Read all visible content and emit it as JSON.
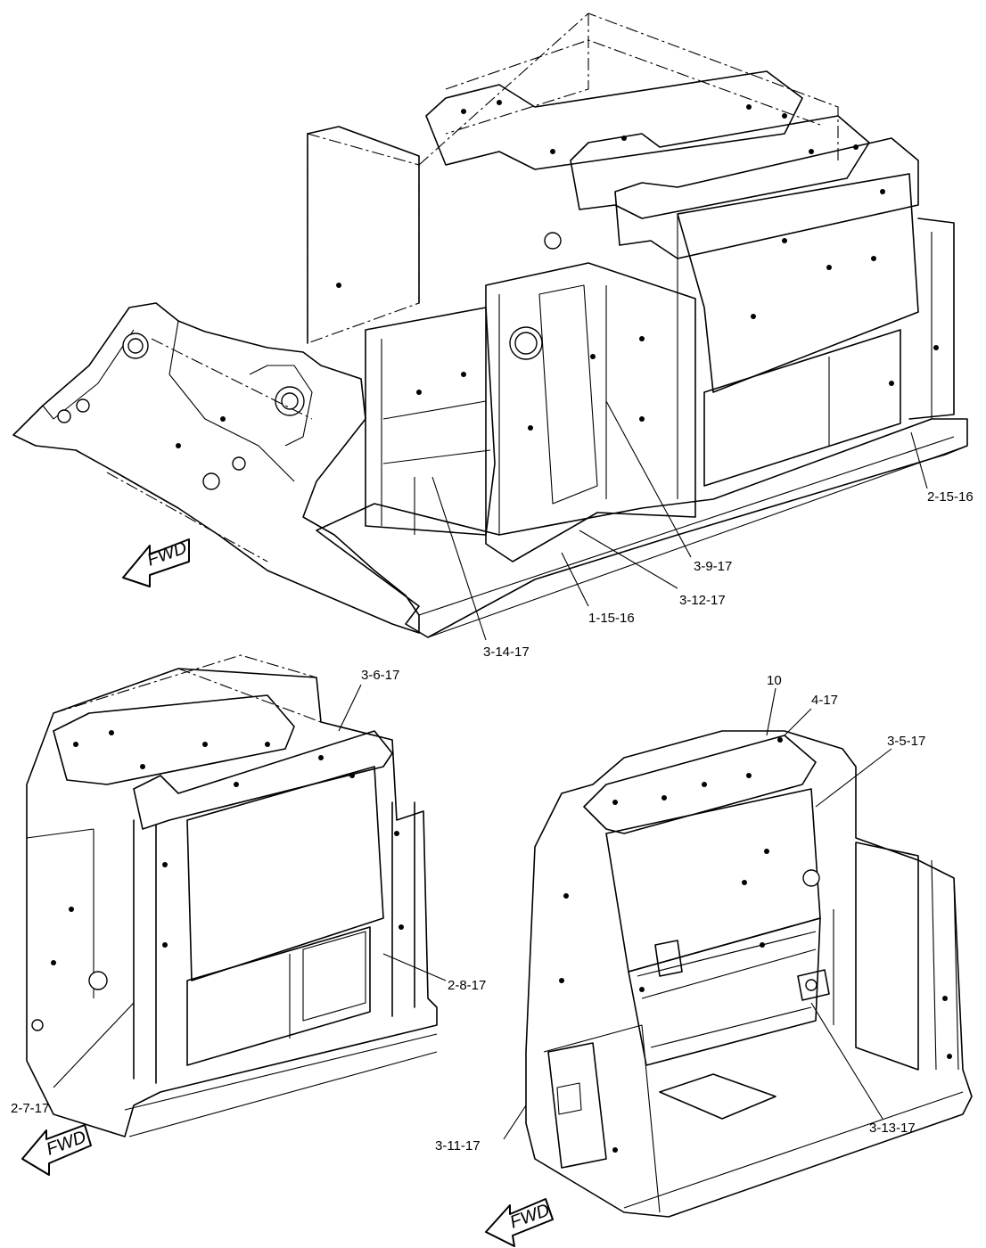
{
  "views": [
    {
      "id": "view-top",
      "fwd_label": "FWD",
      "callouts": [
        "2-15-16",
        "3-9-17",
        "3-12-17",
        "1-15-16",
        "3-14-17"
      ]
    },
    {
      "id": "view-bottom-left",
      "fwd_label": "FWD",
      "callouts": [
        "3-6-17",
        "2-8-17",
        "2-7-17"
      ]
    },
    {
      "id": "view-bottom-right",
      "fwd_label": "FWD",
      "callouts": [
        "10",
        "4-17",
        "3-5-17",
        "3-11-17",
        "3-13-17"
      ]
    }
  ]
}
